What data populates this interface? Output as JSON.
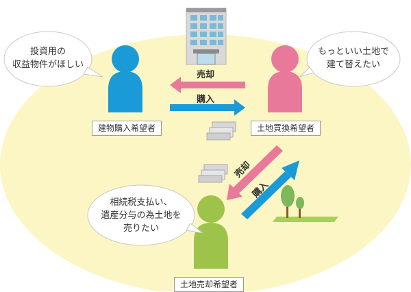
{
  "buyer_label": "建物購入希望者",
  "exchanger_label": "土地買換希望者",
  "seller_label": "土地売却希望者",
  "buyer_bubble": {
    "line1": "投資用の",
    "line2": "収益物件がほしい"
  },
  "exchanger_bubble": {
    "line1": "もっといい土地で",
    "line2": "建て替えたい"
  },
  "seller_bubble": {
    "line1": "相続税支払い、",
    "line2": "遺産分与の為土地を",
    "line3": "売りたい"
  },
  "arrows": {
    "top_sell": "売却",
    "top_buy": "購入",
    "diag_sell": "売却",
    "diag_buy": "購入"
  },
  "colors": {
    "ellipse": "#fbf6c3",
    "buyer": "#1a9bd7",
    "exchanger": "#e9799a",
    "seller": "#9ec34a",
    "arrow_pink": "#e9799a",
    "arrow_blue": "#1a9bd7"
  }
}
